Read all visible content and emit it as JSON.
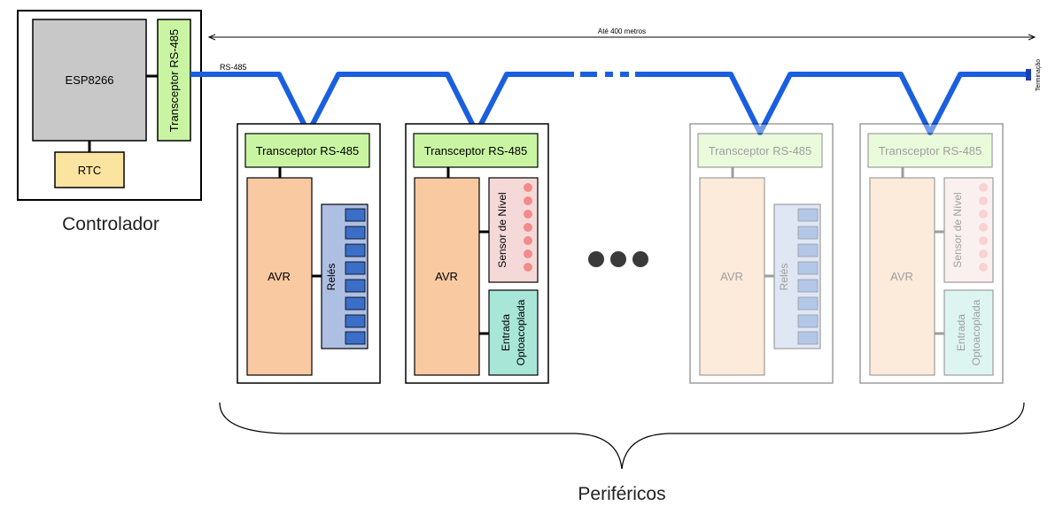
{
  "controller": {
    "esp": "ESP8266",
    "transceiver": "Transceptor RS-485",
    "rtc": "RTC",
    "title": "Controlador"
  },
  "bus": {
    "label": "RS-485",
    "distance": "Até 400 metros",
    "termination": "Terminação"
  },
  "peripherals": {
    "title": "Periféricos",
    "transceiver": "Transceptor RS-485",
    "avr": "AVR",
    "relays": "Relés",
    "level_sensor": "Sensor de Nível",
    "opto_line1": "Entrada",
    "opto_line2": "Optoacoplada"
  },
  "colors": {
    "bus": "#1a5fe0",
    "esp": "#c8c8c8",
    "transceiver": "#c9f5a3",
    "rtc": "#fbe4a0",
    "avr": "#f9c9a2",
    "relay_panel": "#aebfe4",
    "relay_cell": "#3b6fc7",
    "sensor": "#f5d9d9",
    "sensor_dot": "#f48a8a",
    "opto": "#a8e6d8"
  }
}
